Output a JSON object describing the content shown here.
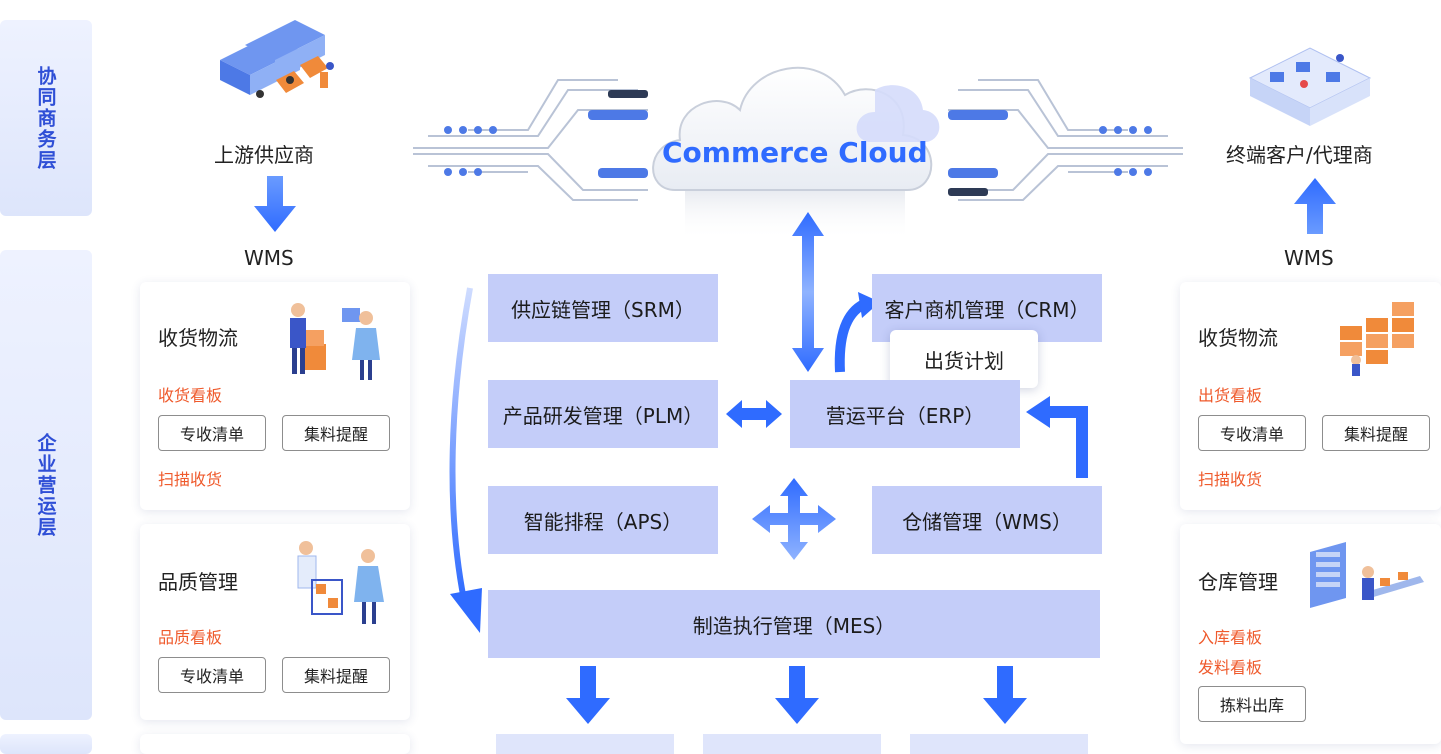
{
  "layers": {
    "collab": "协同商务层",
    "enterprise": "企业营运层"
  },
  "left": {
    "supplier": "上游供应商",
    "wms": "WMS",
    "cards": [
      {
        "title": "收货物流",
        "red1": "收货看板",
        "tags": [
          "专收清单",
          "集料提醒"
        ],
        "red2": "扫描收货"
      },
      {
        "title": "品质管理",
        "red1": "品质看板",
        "tags": [
          "专收清单",
          "集料提醒"
        ]
      }
    ]
  },
  "right": {
    "customer": "终端客户/代理商",
    "wms": "WMS",
    "cards": [
      {
        "title": "收货物流",
        "red1": "出货看板",
        "tags": [
          "专收清单",
          "集料提醒"
        ],
        "red2": "扫描收货"
      },
      {
        "title": "仓库管理",
        "red1": "入库看板",
        "red2": "发料看板",
        "tags": [
          "拣料出库"
        ]
      }
    ]
  },
  "cloud": {
    "label": "Commerce Cloud"
  },
  "modules": {
    "srm": "供应链管理（SRM）",
    "crm": "客户商机管理（CRM）",
    "plan": "出货计划",
    "plm": "产品研发管理（PLM）",
    "erp": "营运平台（ERP）",
    "aps": "智能排程（APS）",
    "wms": "仓储管理（WMS）",
    "mes": "制造执行管理（MES）"
  },
  "colors": {
    "accent": "#2f6bff",
    "module_bg": "#c4cdf9",
    "red_text": "#ef5a2c",
    "layer_text": "#2f4fd6"
  }
}
